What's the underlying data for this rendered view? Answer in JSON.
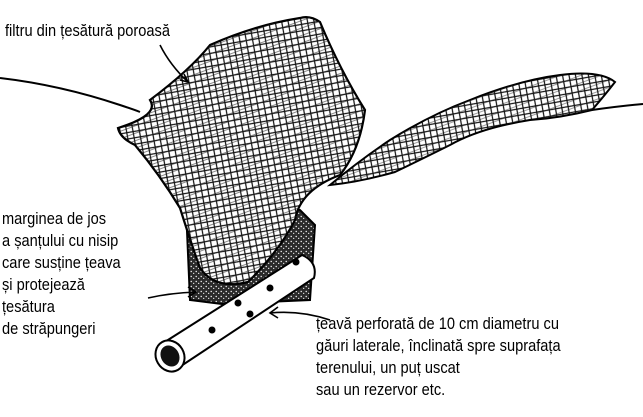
{
  "labels": {
    "filter": "filtru din țesătură poroasă",
    "sand_edge": [
      "marginea de jos",
      "a șanțului cu nisip",
      "care susține țeava",
      "și protejează",
      "țesătura",
      "de străpungeri"
    ],
    "pipe": [
      "țeavă perforată de 10 cm diametru cu",
      "găuri laterale, înclinată spre suprafața",
      "terenului, un puț uscat",
      "sau un rezervor etc."
    ]
  },
  "colors": {
    "ink": "#000000",
    "paper": "#ffffff"
  }
}
